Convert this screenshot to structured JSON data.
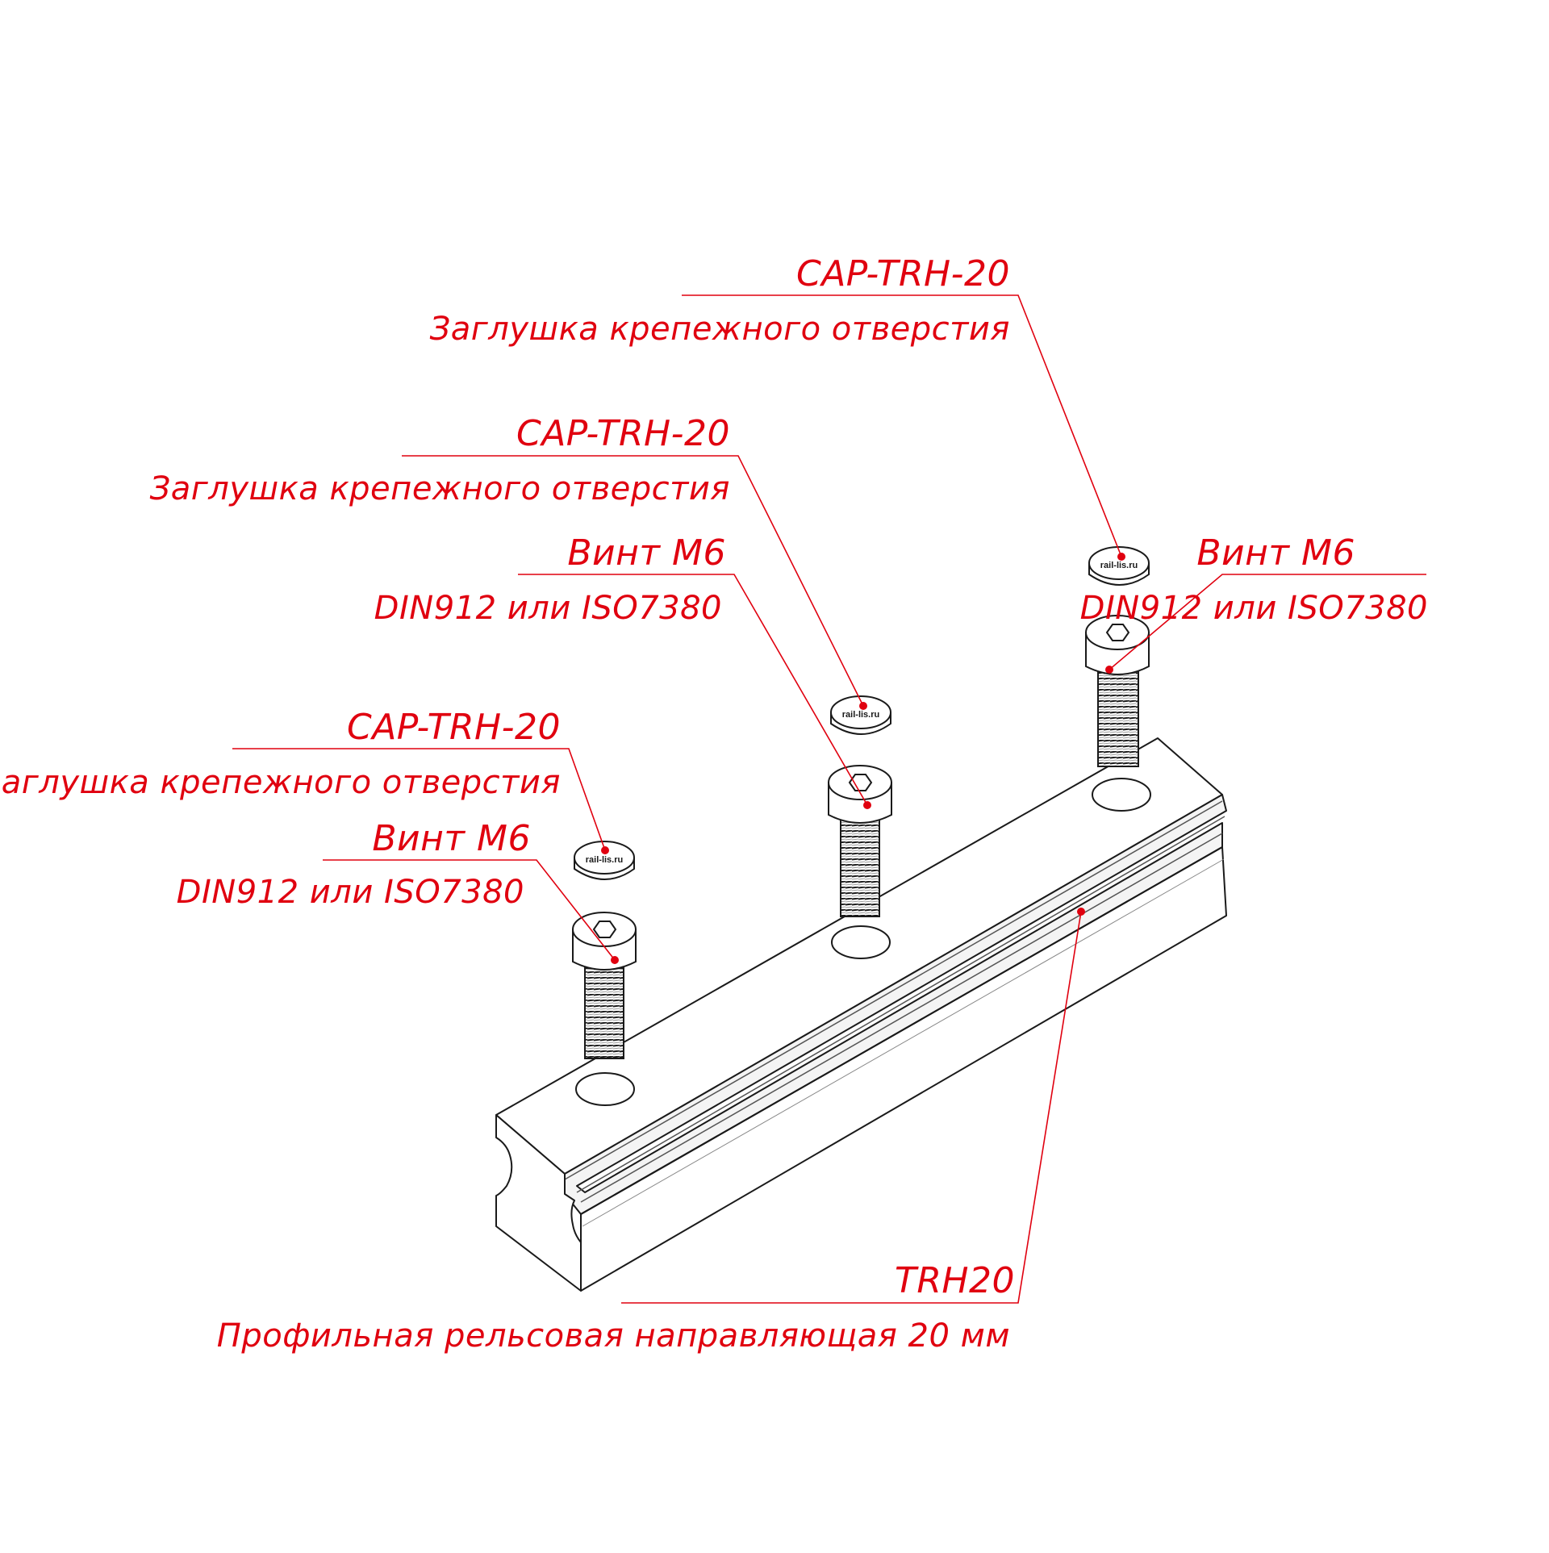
{
  "colors": {
    "callout": "#e0000f",
    "outline": "#1a1a1a",
    "fill": "#ffffff",
    "shade": "#c8c8c8"
  },
  "callouts": {
    "cap_top": {
      "code": "CAP-TRH-20",
      "description": "Заглушка крепежного отверстия"
    },
    "cap_mid": {
      "code": "CAP-TRH-20",
      "description": "Заглушка крепежного отверстия"
    },
    "cap_left": {
      "code": "CAP-TRH-20",
      "description": "Заглушка крепежного отверстия"
    },
    "screw_right": {
      "code": "Винт М6",
      "description": "DIN912 или ISO7380"
    },
    "screw_mid": {
      "code": "Винт М6",
      "description": "DIN912 или ISO7380"
    },
    "screw_left": {
      "code": "Винт М6",
      "description": "DIN912 или ISO7380"
    },
    "rail": {
      "code": "TRH20",
      "description": "Профильная рельсовая направляющая 20 мм"
    }
  },
  "cap_logo": "rail-lis.ru"
}
